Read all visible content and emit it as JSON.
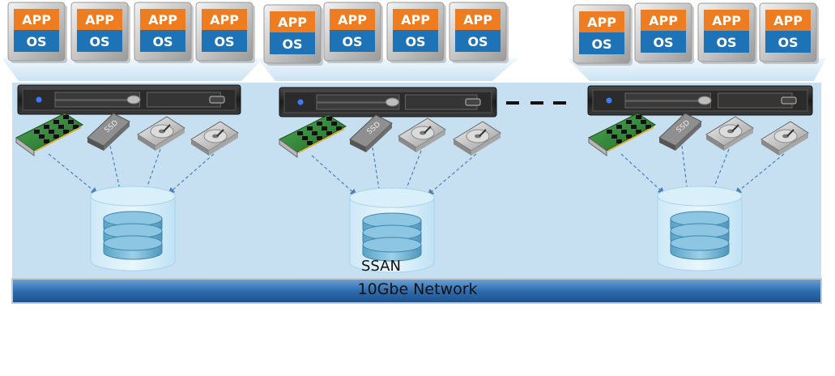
{
  "vm": {
    "app_label": "APP",
    "os_label": "OS",
    "app_color": "#ee7d22",
    "os_color": "#1e73b6"
  },
  "ssan_label": "SSAN",
  "network_label": "10Gbe Network",
  "ssd_label": "SSD",
  "colors": {
    "cluster_bg": "#c6e0f2",
    "network": "#3474b3",
    "disk": "#78b7d6"
  },
  "nodes": [
    {
      "vms": 4,
      "devices": [
        "network-card",
        "ssd",
        "hard-drive",
        "hard-drive"
      ]
    },
    {
      "vms": 4,
      "devices": [
        "network-card",
        "ssd",
        "hard-drive",
        "hard-drive"
      ]
    },
    {
      "vms": 4,
      "devices": [
        "network-card",
        "ssd",
        "hard-drive",
        "hard-drive"
      ]
    }
  ],
  "ellipsis": "---"
}
